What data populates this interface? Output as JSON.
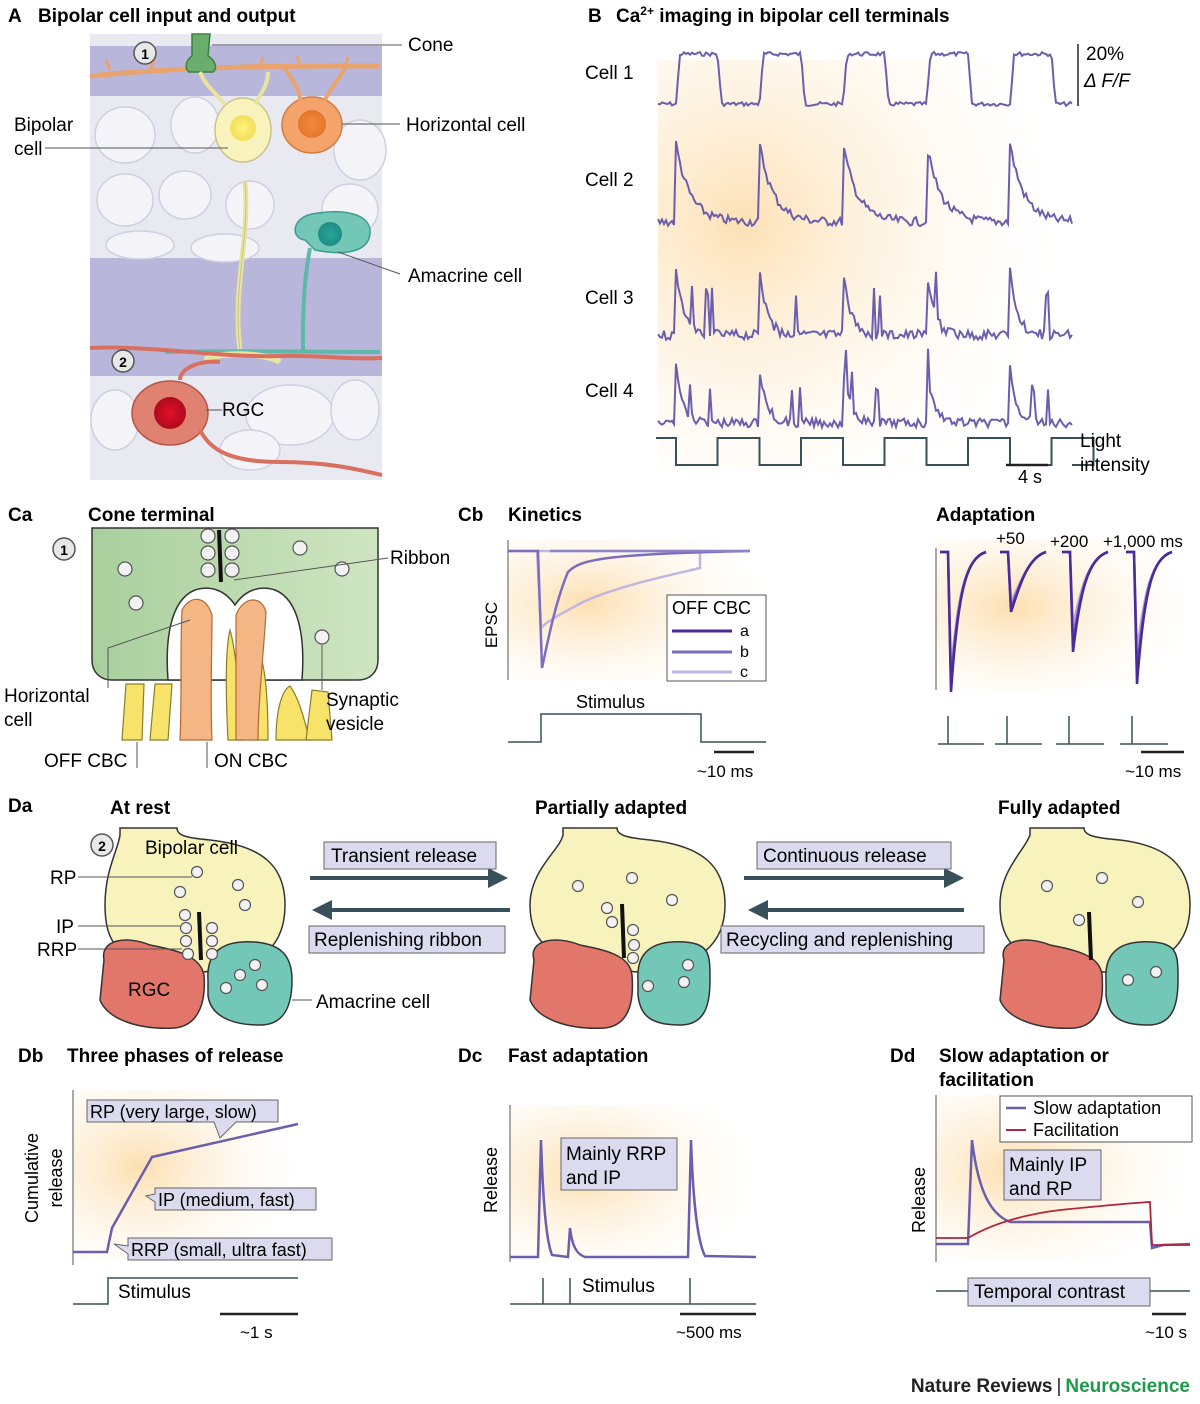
{
  "panelA": {
    "letter": "A",
    "title": "Bipolar cell input and output",
    "marker1": "1",
    "marker2": "2",
    "cone": "Cone",
    "horizontal": "Horizontal cell",
    "bipolar1": "Bipolar",
    "bipolar2": "cell",
    "amacrine": "Amacrine cell",
    "rgc": "RGC"
  },
  "panelB": {
    "letter": "B",
    "title_pre": "Ca",
    "title_sup": "2+",
    "title_post": " imaging in bipolar cell terminals",
    "cells": [
      "Cell 1",
      "Cell 2",
      "Cell 3",
      "Cell 4"
    ],
    "scale_pct": "20%",
    "scale_unit": "Δ F/F",
    "light1": "Light",
    "light2": "intensity",
    "time_scale": "4 s"
  },
  "panelCa": {
    "letter": "Ca",
    "title": "Cone terminal",
    "marker": "1",
    "ribbon": "Ribbon",
    "horizontal1": "Horizontal",
    "horizontal2": "cell",
    "vesicle1": "Synaptic",
    "vesicle2": "vesicle",
    "off": "OFF CBC",
    "on": "ON CBC"
  },
  "panelCb": {
    "letter": "Cb",
    "title": "Kinetics",
    "ylabel": "EPSC",
    "legend_title": "OFF CBC",
    "legend": [
      "a",
      "b",
      "c"
    ],
    "stimulus": "Stimulus",
    "scale": "~10 ms",
    "adapt_title": "Adaptation",
    "offsets": [
      "+50",
      "+200",
      "+1,000 ms"
    ],
    "adapt_scale": "~10 ms"
  },
  "panelDa": {
    "letter": "Da",
    "marker": "2",
    "rest": "At rest",
    "partial": "Partially adapted",
    "full": "Fully adapted",
    "bipolar": "Bipolar cell",
    "rp": "RP",
    "ip": "IP",
    "rrp": "RRP",
    "rgc": "RGC",
    "amacrine": "Amacrine cell",
    "transient": "Transient release",
    "replenish_ribbon": "Replenishing ribbon",
    "continuous": "Continuous release",
    "recycling": "Recycling and replenishing"
  },
  "panelDb": {
    "letter": "Db",
    "title": "Three phases of release",
    "ylabel1": "Cumulative",
    "ylabel2": "release",
    "rp_box": "RP (very large, slow)",
    "ip_box": "IP (medium, fast)",
    "rrp_box": "RRP (small, ultra fast)",
    "stimulus": "Stimulus",
    "scale": "~1 s"
  },
  "panelDc": {
    "letter": "Dc",
    "title": "Fast adaptation",
    "ylabel": "Release",
    "box1": "Mainly RRP",
    "box2": "and IP",
    "stimulus": "Stimulus",
    "scale": "~500 ms"
  },
  "panelDd": {
    "letter": "Dd",
    "title1": "Slow adaptation or",
    "title2": "facilitation",
    "ylabel": "Release",
    "legend": [
      "Slow adaptation",
      "Facilitation"
    ],
    "box1": "Mainly IP",
    "box2": "and RP",
    "contrast": "Temporal contrast",
    "scale": "~10 s"
  },
  "footer": {
    "journal": "Nature Reviews",
    "sep": "|",
    "section": "Neuroscience"
  },
  "colors": {
    "trace": "#6b5fad",
    "dark_trace": "#4b2a9a",
    "light_trace": "#b7acd8",
    "cone": "#7ab87e",
    "bipolar": "#f7f2b8",
    "horizontal": "#f0a062",
    "amacrine": "#5fbfb0",
    "rgc": "#d9705f",
    "band": "#b9b6dc",
    "glow": "#fde6c2",
    "arrow": "#37505a",
    "box": "#dcdaee",
    "red": "#b2253a"
  }
}
